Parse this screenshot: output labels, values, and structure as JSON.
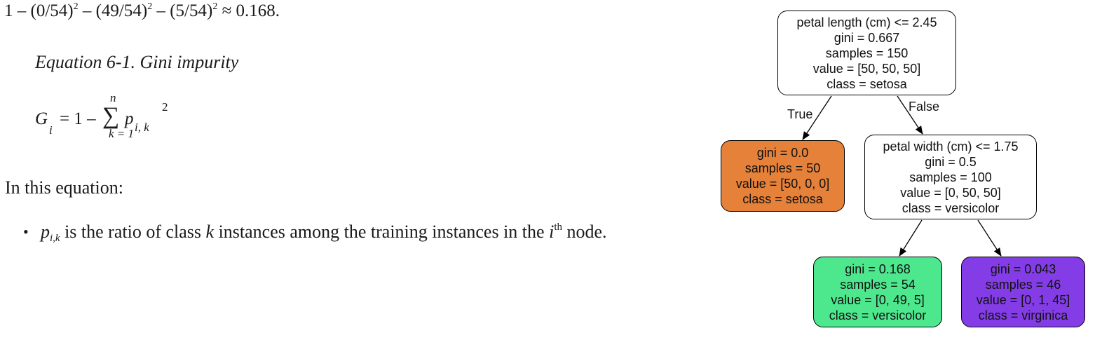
{
  "text": {
    "formula": {
      "p1": "1 – (0/54)",
      "p2": " – (49/54)",
      "p3": " – (5/54)",
      "p4": " ≈ 0.168.",
      "sq": "2"
    },
    "caption": "Equation 6-1. Gini impurity",
    "equation": {
      "G": "G",
      "i": "i",
      "equals": "= 1 –",
      "sigma": "∑",
      "n": "n",
      "k1": "k = 1",
      "p": "p",
      "pk": "i, k",
      "sq": "2"
    },
    "intro": "In this equation:",
    "bullet": {
      "mark": "•",
      "p": "p",
      "p_sub": "i,k",
      "t1": " is the ratio of class ",
      "k": "k",
      "t2": " instances among the training instances in the ",
      "i": "i",
      "th": "th",
      "t3": " node."
    }
  },
  "tree": {
    "root": {
      "lines": [
        "petal length (cm) <= 2.45",
        "gini = 0.667",
        "samples = 150",
        "value = [50, 50, 50]",
        "class = setosa"
      ],
      "fill": "#ffffff"
    },
    "setosa": {
      "lines": [
        "gini = 0.0",
        "samples = 50",
        "value = [50, 0, 0]",
        "class = setosa"
      ],
      "fill": "#e58139"
    },
    "split2": {
      "lines": [
        "petal width (cm) <= 1.75",
        "gini = 0.5",
        "samples = 100",
        "value = [0, 50, 50]",
        "class = versicolor"
      ],
      "fill": "#ffffff"
    },
    "versicolor": {
      "lines": [
        "gini = 0.168",
        "samples = 54",
        "value = [0, 49, 5]",
        "class = versicolor"
      ],
      "fill": "#4de88e"
    },
    "virginica": {
      "lines": [
        "gini = 0.043",
        "samples = 46",
        "value = [0, 1, 45]",
        "class = virginica"
      ],
      "fill": "#843de6"
    },
    "edge_true": "True",
    "edge_false": "False"
  }
}
